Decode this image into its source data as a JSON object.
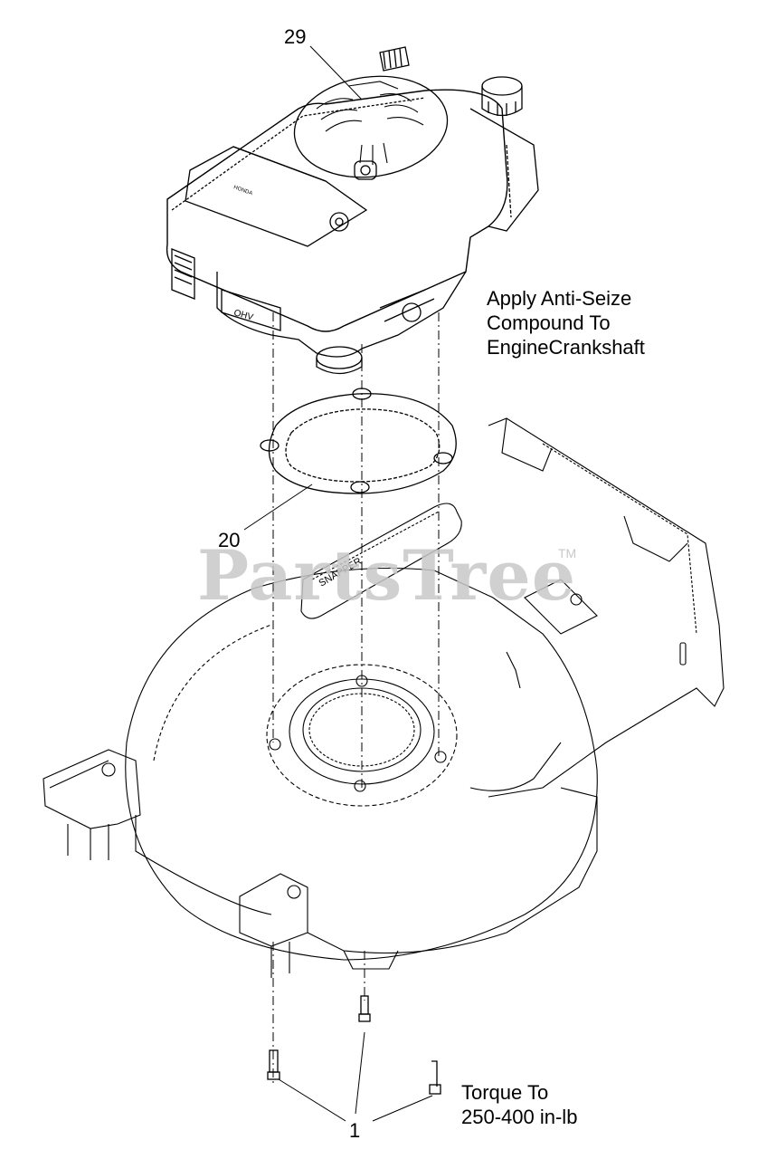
{
  "diagram": {
    "type": "exploded-parts-view",
    "callouts": [
      {
        "id": "29",
        "label": "29"
      },
      {
        "id": "20",
        "label": "20"
      },
      {
        "id": "1",
        "label": "1"
      }
    ],
    "notes": {
      "anti_seize": "Apply Anti-Seize\nCompound To\nEngineCrankshaft",
      "torque": "Torque To\n250-400 in-lb"
    },
    "watermark": {
      "text": "PartsTree",
      "trademark": "TM",
      "color": "#c8c8c8"
    },
    "colors": {
      "line": "#000000",
      "background": "#ffffff"
    }
  }
}
